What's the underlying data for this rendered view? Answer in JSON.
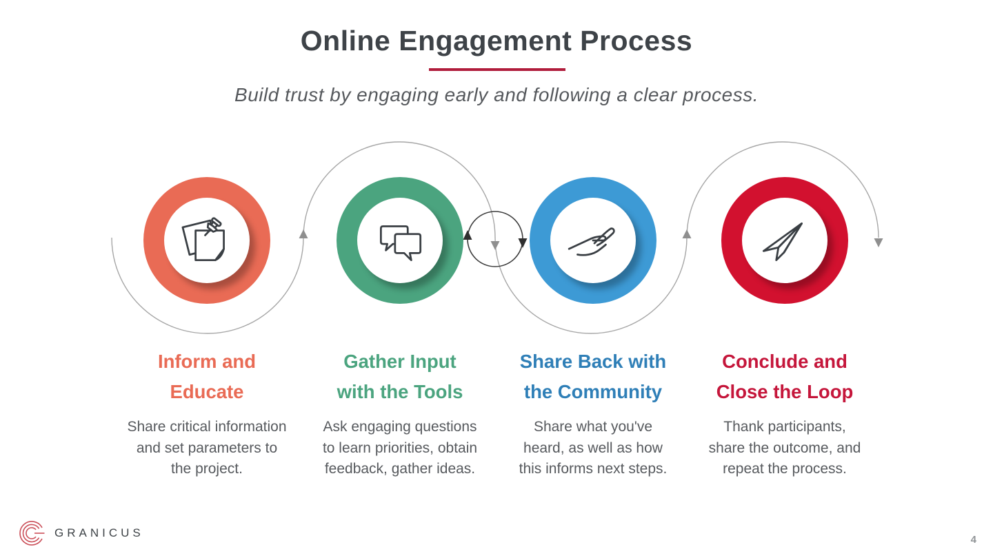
{
  "slide": {
    "title": "Online Engagement Process",
    "subtitle": "Build trust by engaging early and following a clear process.",
    "page_number": "4",
    "brand_name": "GRANICUS"
  },
  "colors": {
    "title_text": "#3E4348",
    "title_underline": "#B01C3B",
    "body_text": "#56595D",
    "step1_salmon": "#E96B55",
    "step2_green": "#4BA47F",
    "step3_blue": "#3D9AD5",
    "step3_heading_blue": "#2F7FB7",
    "step4_red": "#D2112F",
    "step4_heading_red": "#C5163B",
    "connector_gray": "#A6A6A6",
    "cycle_icon_dark": "#3C3C3C",
    "logo_red": "#CB4F59"
  },
  "steps": [
    {
      "icon": "pinned-notes-icon",
      "title_lines": [
        "Inform and",
        "Educate"
      ],
      "description_lines": [
        "Share critical information",
        "and set parameters to",
        "the project."
      ]
    },
    {
      "icon": "chat-bubbles-icon",
      "title_lines": [
        "Gather Input",
        "with the Tools"
      ],
      "description_lines": [
        "Ask engaging questions",
        "to learn priorities, obtain",
        "feedback, gather ideas."
      ]
    },
    {
      "icon": "open-hand-icon",
      "title_lines": [
        "Share Back with",
        "the Community"
      ],
      "description_lines": [
        "Share what you've",
        "heard, as well as how",
        "this informs next steps."
      ]
    },
    {
      "icon": "paper-plane-icon",
      "title_lines": [
        "Conclude and",
        "Close the Loop"
      ],
      "description_lines": [
        "Thank participants,",
        "share the outcome, and",
        "repeat the process."
      ]
    }
  ]
}
